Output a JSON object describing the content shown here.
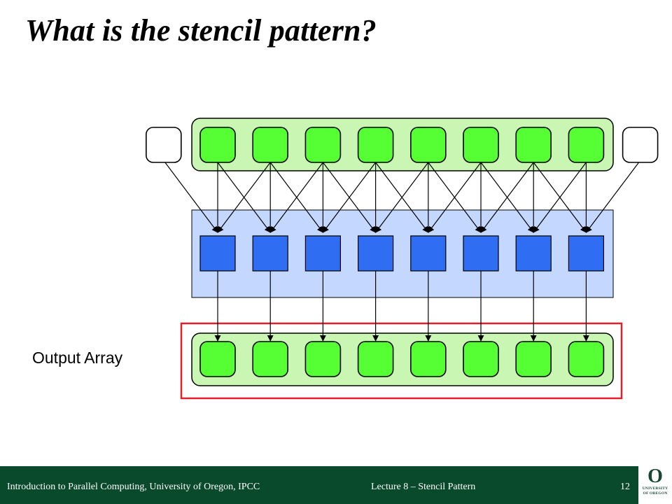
{
  "slide": {
    "title": "What is the stencil pattern?",
    "side_label": "Output Array"
  },
  "footer": {
    "left": "Introduction to Parallel Computing, University of Oregon, IPCC",
    "center": "Lecture 8 – Stencil Pattern",
    "page": "12"
  },
  "logo": {
    "letter": "O",
    "line1": "UNIVERSITY",
    "line2": "OF OREGON"
  },
  "diagram": {
    "input_count": 8,
    "output_count": 8,
    "stencil_offsets": [
      -1,
      0,
      1
    ],
    "boundary_nodes": 2,
    "highlighted_group": "output",
    "colors": {
      "green_fill": "#55ff33",
      "green_band": "#c9f7b3",
      "blue_fill": "#2f6ef2",
      "blue_band": "#c3d7ff",
      "white_node": "#ffffff",
      "highlight": "#e0202a",
      "stroke": "#000000",
      "footer_bg": "#0a4a2c"
    }
  }
}
